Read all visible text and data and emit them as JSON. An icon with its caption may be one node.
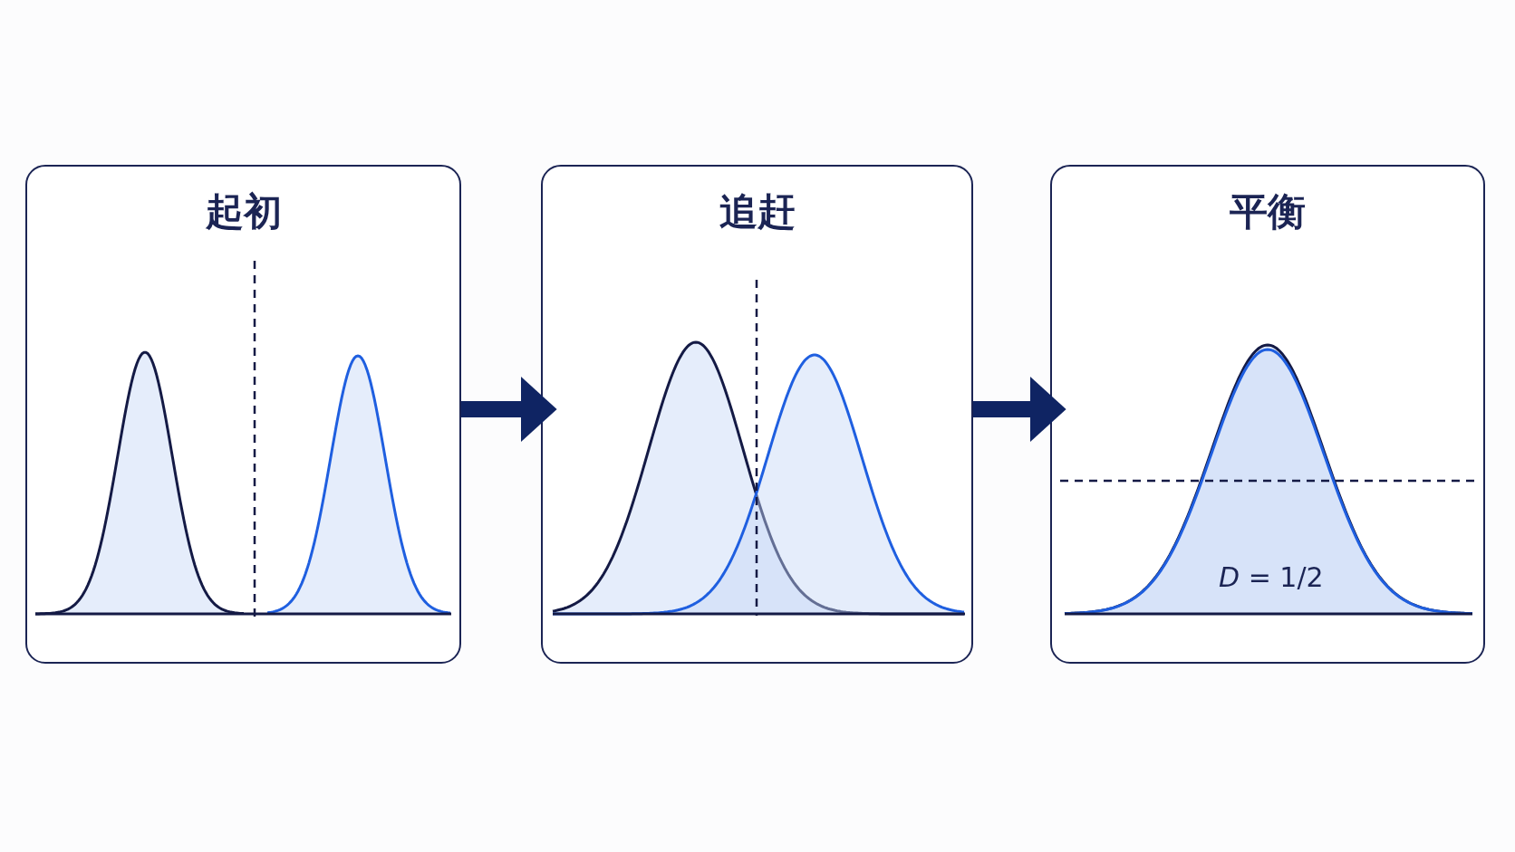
{
  "diagram": {
    "nodes": [
      {
        "text": [
          "起初"
        ]
      },
      {
        "text": [
          "追赶"
        ]
      },
      {
        "text": [
          "平衡"
        ]
      }
    ],
    "edges": [
      {
        "from": 0,
        "to": 1,
        "arrow": "to"
      },
      {
        "from": 1,
        "to": 2,
        "arrow": "to"
      }
    ],
    "labels": [
      "*D* = 1/2"
    ]
  }
}
